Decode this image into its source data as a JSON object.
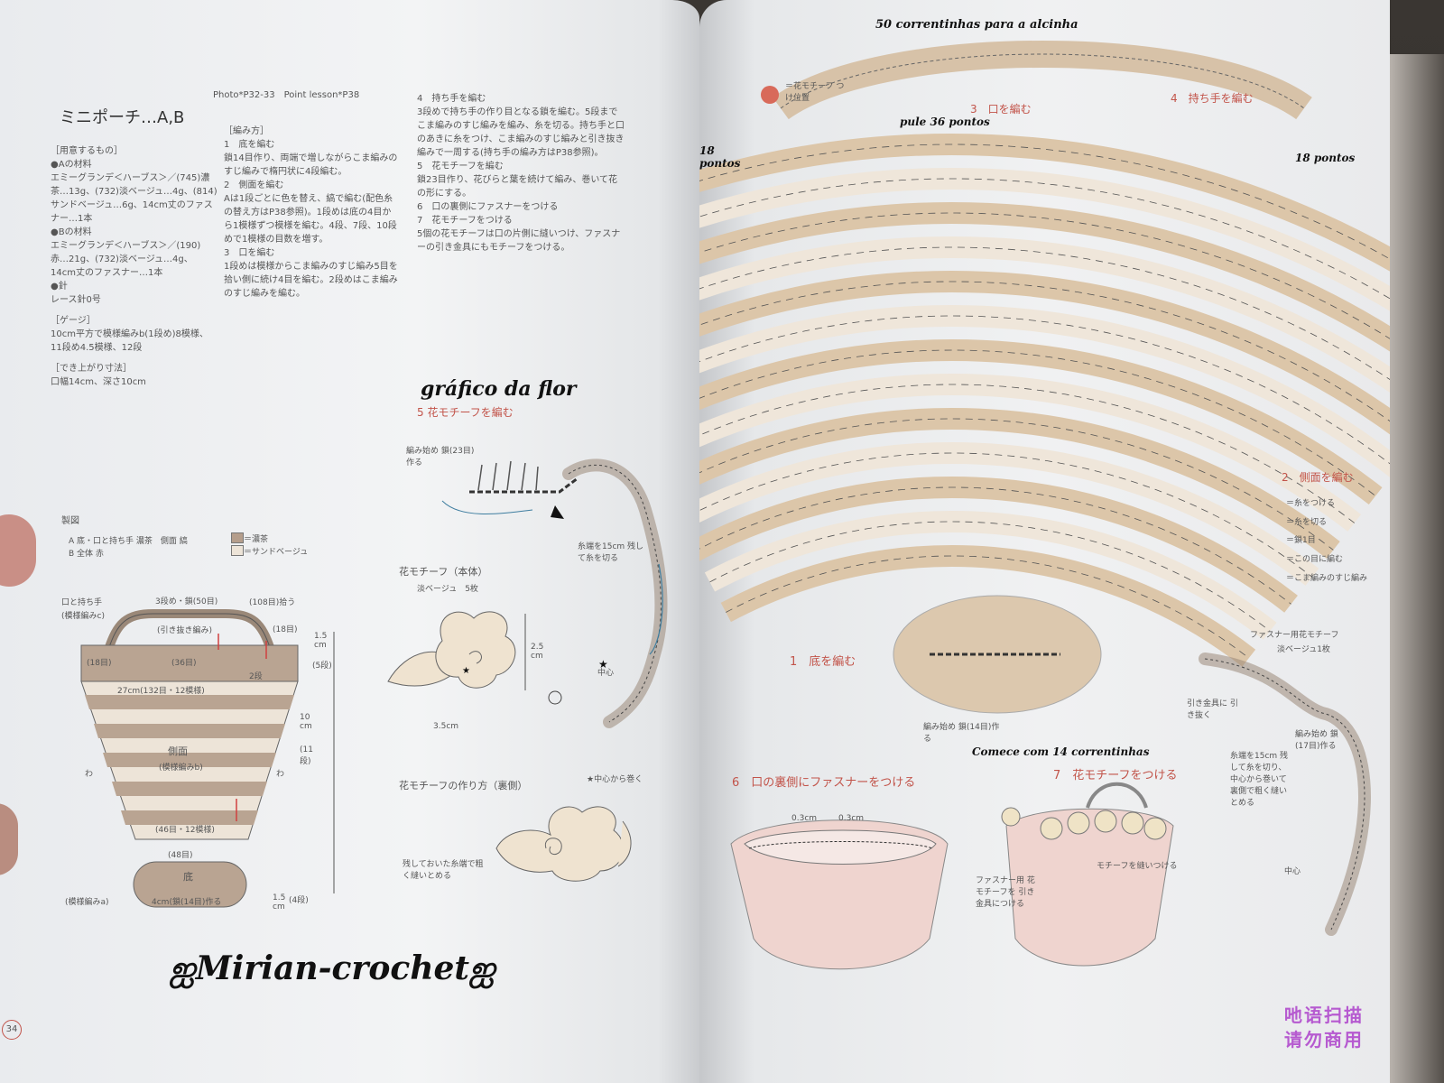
{
  "left_page": {
    "title": "ミニポーチ…A,B",
    "photo_ref": "Photo*P32-33　Point lesson*P38",
    "materials_heading": "［用意するもの］",
    "materials_a_label": "●Aの材料",
    "materials_a_text": "エミーグランデ＜ハーブス＞／(745)濃茶…13g、(732)淡ベージュ…4g、(814)サンドベージュ…6g、14cm丈のファスナー…1本",
    "materials_b_label": "●Bの材料",
    "materials_b_text": "エミーグランデ＜ハーブス＞／(190)赤…21g、(732)淡ベージュ…4g、14cm丈のファスナー…1本",
    "needle_label": "●針",
    "needle_text": "レース針0号",
    "gauge_heading": "［ゲージ］",
    "gauge_text": "10cm平方で模様編みb(1段め)8模様、11段め4.5模様、12段",
    "size_heading": "［でき上がり寸法］",
    "size_text": "口幅14cm、深さ10cm",
    "method_heading": "［編み方］",
    "step1_title": "1　底を編む",
    "step1_text": "鎖14目作り、両端で増しながらこま編みのすじ編みで楕円状に4段編む。",
    "step2_title": "2　側面を編む",
    "step2_text": "Aは1段ごとに色を替え、縞で編む(配色糸の替え方はP38参照)。1段めは底の4目から1模様ずつ模様を編む。4段、7段、10段めで1模様の目数を増す。",
    "step3_title": "3　口を編む",
    "step3_text": "1段めは模様からこま編みのすじ編み5目を拾い側に続け4目を編む。2段めはこま編みのすじ編みを編む。",
    "step4_title": "4　持ち手を編む",
    "step4_text": "3段めで持ち手の作り目となる鎖を編む。5段までこま編みのすじ編みを編み、糸を切る。持ち手と口のあきに糸をつけ、こま編みのすじ編みと引き抜き編みで一周する(持ち手の編み方はP38参照)。",
    "step5_title": "5　花モチーフを編む",
    "step5_text": "鎖23目作り、花びらと葉を続けて編み、巻いて花の形にする。",
    "step6_title": "6　口の裏側にファスナーをつける",
    "step7_title": "7　花モチーフをつける",
    "step7_text": "5個の花モチーフは口の片側に縫いつけ、ファスナーの引き金具にもモチーフをつける。",
    "flower_chart_note": "gráfico da flor",
    "flower_section_title": "5 花モチーフを編む",
    "flower_start_label": "編み始め 鎖(23目)作る",
    "flower_cut_label": "糸端を15cm 残して糸を切る",
    "flower_center_label": "中心",
    "flower_body_title": "花モチーフ（本体）",
    "flower_body_color": "淡ベージュ　5枚",
    "flower_height": "2.5 cm",
    "flower_width": "3.5cm",
    "flower_make_title": "花モチーフの作り方（裏側）",
    "flower_roll_label": "★中心から巻く",
    "flower_sew_label": "残しておいた糸端で粗く縫いとめる",
    "diagram_title": "製図",
    "legend_a": "A 底・口と持ち手 濃茶　側面 縞",
    "legend_b": "B 全体 赤",
    "legend_dark": "＝濃茶",
    "legend_sand": "＝サンドベージュ",
    "handle_label": "口と持ち手",
    "handle_pattern": "(模様編みc)",
    "handle_chain": "3段め・鎖(50目)",
    "handle_slip": "(引き抜き編み)",
    "handle_pick": "(108目)拾う",
    "dim_18a": "(18目)",
    "dim_36": "(36目)",
    "dim_18b": "(18目)",
    "dim_1_5": "1.5 cm",
    "dim_5rows": "(5段)",
    "dim_2rows": "2段",
    "dim_27": "27cm(132目・12模様)",
    "dim_10": "10 cm",
    "dim_11rows": "(11段)",
    "side_label": "側面",
    "side_pattern": "(模様編みb)",
    "wa_left": "わ",
    "wa_right": "わ",
    "dim_46": "(46目・12模様)",
    "dim_48": "(48目)",
    "bottom_label": "底",
    "bottom_pattern": "(模様編みa)",
    "bottom_chain": "4cm(鎖(14目)作る",
    "dim_1_5b": "1.5 cm",
    "dim_4rows": "(4段)",
    "watermark": "ஐMirian-crochetஐ",
    "page_number": "34"
  },
  "right_page": {
    "note_50": "50 correntinhas para a alcinha",
    "note_pule": "pule 36 pontos",
    "note_18_left": "18 pontos",
    "note_18_right": "18 pontos",
    "note_comece": "Comece com 14 correntinhas",
    "motif_position": "＝花モチーフ つけ位置",
    "step3_label": "3　口を編む",
    "step4_label": "4　持ち手を編む",
    "step2_label": "2　側面を編む",
    "step1_label": "1　底を編む",
    "bottom_start": "編み始め 鎖(14目)作る",
    "legend_join": "＝糸をつける",
    "legend_cut": "＝糸を切る",
    "legend_1": "＝鎖1目",
    "legend_2": "＝この目に編む",
    "legend_3": "＝こま編みのすじ編み",
    "zipper_motif_title": "ファスナー用花モチーフ",
    "zipper_motif_color": "淡ベージュ1枚",
    "zipper_pull_label": "引き金具に 引き抜く",
    "zipper_start_label": "編み始め 鎖(17目)作る",
    "zipper_tail_label": "糸端を15cm 残して糸を切り、中心から巻いて 裏側で粗く縫いとめる",
    "zipper_center_label": "中心",
    "zipper_step_title": "6　口の裏側にファスナーをつける",
    "zipper_03a": "0.3cm",
    "zipper_03b": "0.3cm",
    "attach_step_title": "7　花モチーフをつける",
    "attach_motif_label": "モチーフを縫いつける",
    "attach_zipper_label": "ファスナー用 花モチーフを 引き金具につける",
    "stamp_line1": "吔语扫描",
    "stamp_line2": "请勿商用"
  }
}
